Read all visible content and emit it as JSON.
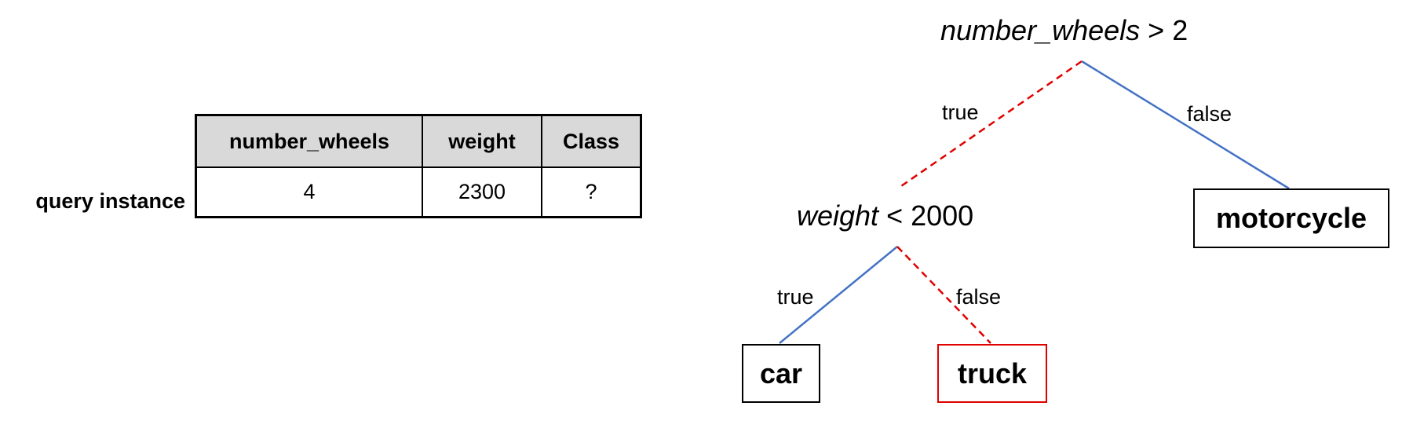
{
  "query_table": {
    "row_label": "query instance",
    "headers": [
      "number_wheels",
      "weight",
      "Class"
    ],
    "values": [
      "4",
      "2300",
      "?"
    ]
  },
  "tree": {
    "root": {
      "feature": "number_wheels",
      "condition": "> 2"
    },
    "root_true_label": "true",
    "root_false_label": "false",
    "internal": {
      "feature": "weight",
      "condition": "< 2000"
    },
    "internal_true_label": "true",
    "internal_false_label": "false",
    "leaves": {
      "motorcycle": "motorcycle",
      "car": "car",
      "truck": "truck"
    }
  },
  "colors": {
    "path_taken": "#e00000",
    "path_not_taken": "#4472c4",
    "header_fill": "#d9d9d9"
  }
}
